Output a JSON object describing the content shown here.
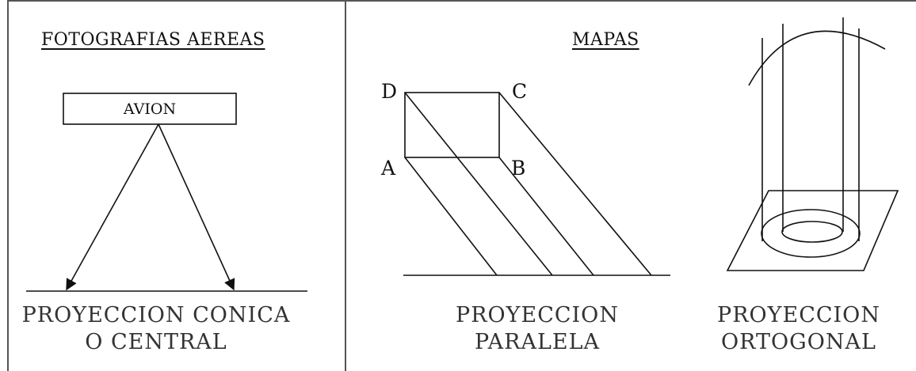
{
  "left_panel": {
    "heading": "FOTOGRAFIAS AEREAS",
    "plane_label": "AVION",
    "caption_line1": "PROYECCION CONICA",
    "caption_line2": "O CENTRAL"
  },
  "right_panel": {
    "heading": "MAPAS",
    "parallel": {
      "vertex_labels": {
        "a": "A",
        "b": "B",
        "c": "C",
        "d": "D"
      },
      "caption_line1": "PROYECCION",
      "caption_line2": "PARALELA"
    },
    "orthogonal": {
      "caption_line1": "PROYECCION",
      "caption_line2": "ORTOGONAL"
    }
  },
  "colors": {
    "line": "#111111",
    "frame": "#555555",
    "caption_text": "#333333"
  }
}
